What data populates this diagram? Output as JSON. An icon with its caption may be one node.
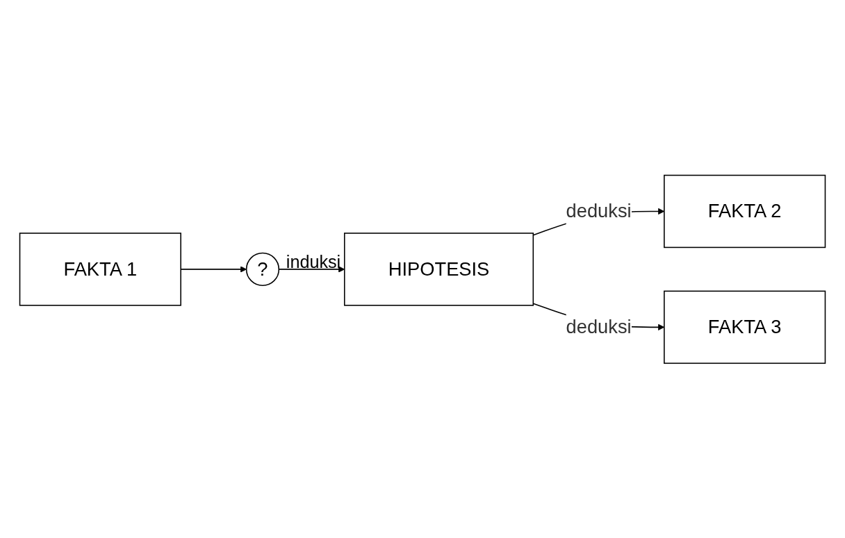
{
  "diagram": {
    "nodes": [
      {
        "text": [
          "FAKTA 1"
        ]
      },
      {
        "text": [
          "?"
        ],
        "beside": [
          "induksi"
        ]
      },
      {
        "text": [
          "HIPOTESIS"
        ]
      },
      {
        "text": [
          "FAKTA 2"
        ]
      },
      {
        "text": [
          "FAKTA 3"
        ]
      }
    ],
    "edges": [
      {
        "from": 0,
        "to": 1,
        "arrow": "to"
      },
      {
        "from": 1,
        "to": 2,
        "arrow": "to"
      },
      {
        "from": 2,
        "to": 3,
        "arrow": "to",
        "label": "deduksi"
      },
      {
        "from": 2,
        "to": 4,
        "arrow": "to",
        "label": "deduksi"
      }
    ]
  }
}
